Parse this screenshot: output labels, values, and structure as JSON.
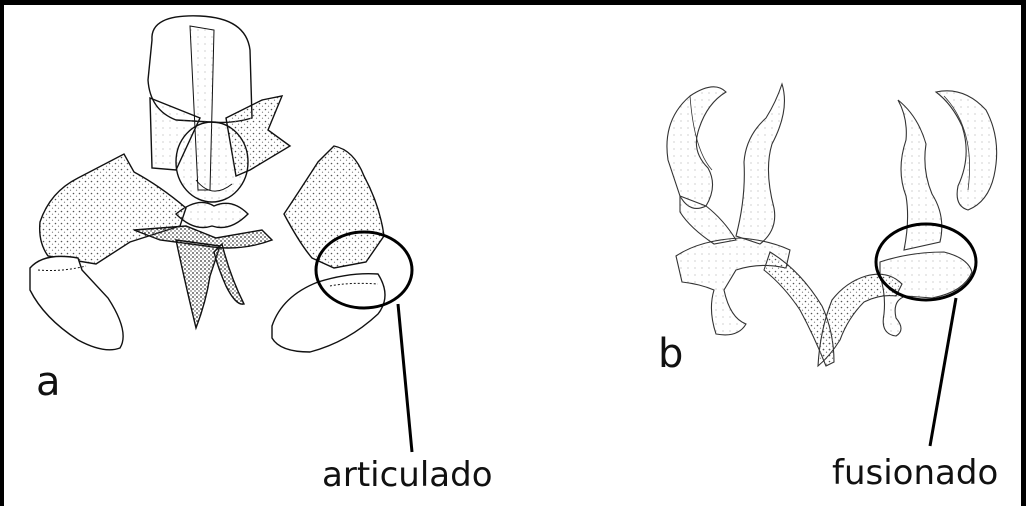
{
  "figure": {
    "panel_a": {
      "letter": "a",
      "callout_label": "articulado"
    },
    "panel_b": {
      "letter": "b",
      "callout_label": "fusionado"
    }
  },
  "colors": {
    "ink": "#111111",
    "stipple": "#555555",
    "background": "#ffffff",
    "frame": "#000000"
  }
}
